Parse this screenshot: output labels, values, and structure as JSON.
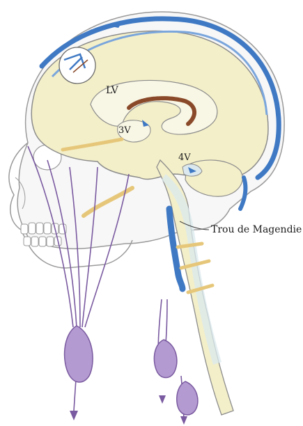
{
  "labels": {
    "lateral_ventricle": "LV",
    "third_ventricle": "3V",
    "fourth_ventricle": "4V",
    "foramen": "Trou de Magendie"
  },
  "colors": {
    "skull_outline": "#9a9a9a",
    "brain_fill": "#f3efc9",
    "brain_outline": "#8c8c8c",
    "venous_blue": "#3f79c4",
    "lymph_purple": "#b39ad0",
    "lymph_stroke": "#7a5aa0",
    "nerve_yellow": "#e6c77a",
    "choroid_brown": "#8a4a2a",
    "csf_space": "#dbe9ee"
  },
  "icons": [
    "arrow-icon",
    "magnifier-circle-icon"
  ]
}
